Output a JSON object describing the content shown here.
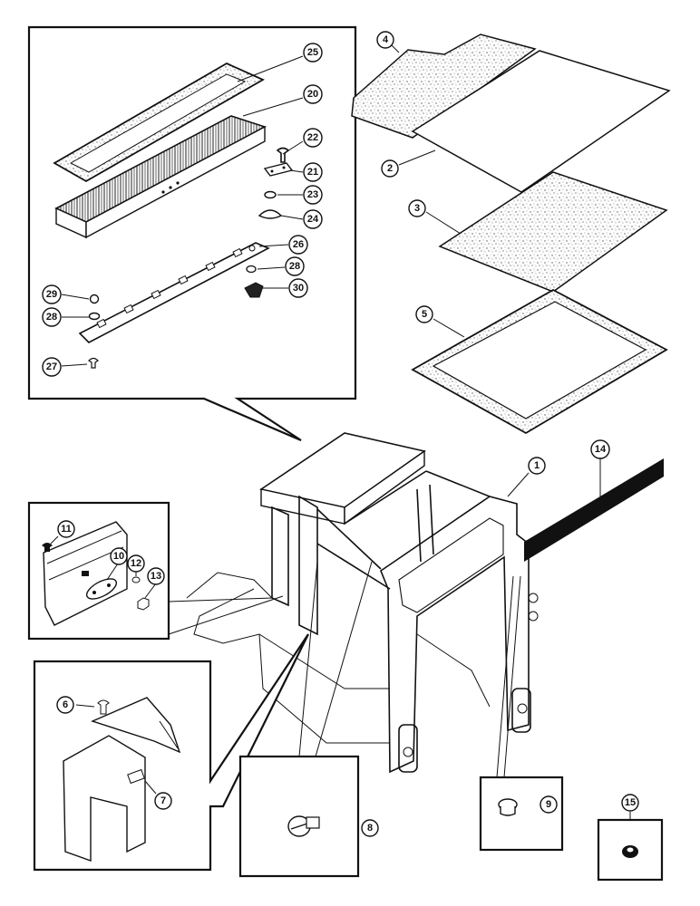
{
  "callouts": {
    "n1": "1",
    "n2": "2",
    "n3": "3",
    "n4": "4",
    "n5": "5",
    "n6": "6",
    "n7": "7",
    "n8": "8",
    "n9": "9",
    "n10": "10",
    "n11": "11",
    "n12": "12",
    "n13": "13",
    "n14": "14",
    "n15": "15",
    "n20": "20",
    "n21": "21",
    "n22": "22",
    "n23": "23",
    "n24": "24",
    "n25": "25",
    "n26": "26",
    "n27": "27",
    "n28a": "28",
    "n28b": "28",
    "n29": "29",
    "n30": "30"
  },
  "colors": {
    "ink": "#111111",
    "paper": "#ffffff",
    "speckle": "#9a9a9a"
  }
}
